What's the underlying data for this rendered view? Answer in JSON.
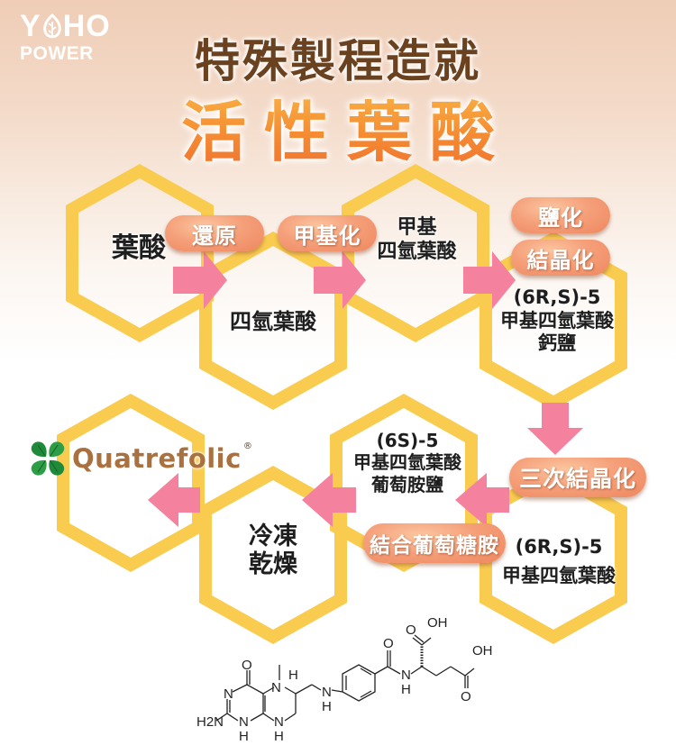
{
  "logo": {
    "brand_prefix": "Y",
    "brand_suffix": "HO",
    "sub": "POWER",
    "icon": "leaf-icon"
  },
  "header": {
    "title_line1": "特殊製程造就",
    "title_line2": "活性葉酸"
  },
  "colors": {
    "hexagon_stroke": "#F9CC4F",
    "arrow": "#F4819E",
    "pill": "#F29A72",
    "title_brown": "#6B4220",
    "title_orange": "#F58E33",
    "quatrefolic_brown": "#A9713F",
    "clover_green": "#1F8A3A"
  },
  "steps": {
    "folic_acid": "葉酸",
    "thf": "四氫葉酸",
    "methyl_thf_line1": "甲基",
    "methyl_thf_line2": "四氫葉酸",
    "calcium_salt_line1": "(6R,S)-5",
    "calcium_salt_line2": "甲基四氫葉酸",
    "calcium_salt_line3": "鈣鹽",
    "racemic_line1": "(6R,S)-5",
    "racemic_line2": "甲基四氫葉酸",
    "glucosamine_salt_line1": "(6S)-5",
    "glucosamine_salt_line2": "甲基四氫葉酸",
    "glucosamine_salt_line3": "葡萄胺鹽",
    "freeze_dry_line1": "冷凍",
    "freeze_dry_line2": "乾燥"
  },
  "processes": {
    "reduction": "還原",
    "methylation": "甲基化",
    "salification": "鹽化",
    "crystallization": "結晶化",
    "third_crystallization": "三次結晶化",
    "glucosamine_binding": "結合葡萄糖胺"
  },
  "brand_product": {
    "name": "Quatrefolic",
    "registered": "®",
    "icon": "four-leaf-clover-icon"
  },
  "chemical_structure": {
    "labels": {
      "oh_top": "OH",
      "o_top": "O",
      "oh_right": "OH",
      "o_right": "O",
      "o_amide": "O",
      "nh_amide_n": "N",
      "nh_amide_h": "H",
      "nh_link_n": "N",
      "nh_link_h": "H",
      "h_stereo": "H",
      "n5": "N",
      "o4": "O",
      "n3": "N",
      "h2n": "H2N",
      "n1": "N",
      "h1": "H",
      "n8": "N",
      "h8": "H"
    }
  }
}
